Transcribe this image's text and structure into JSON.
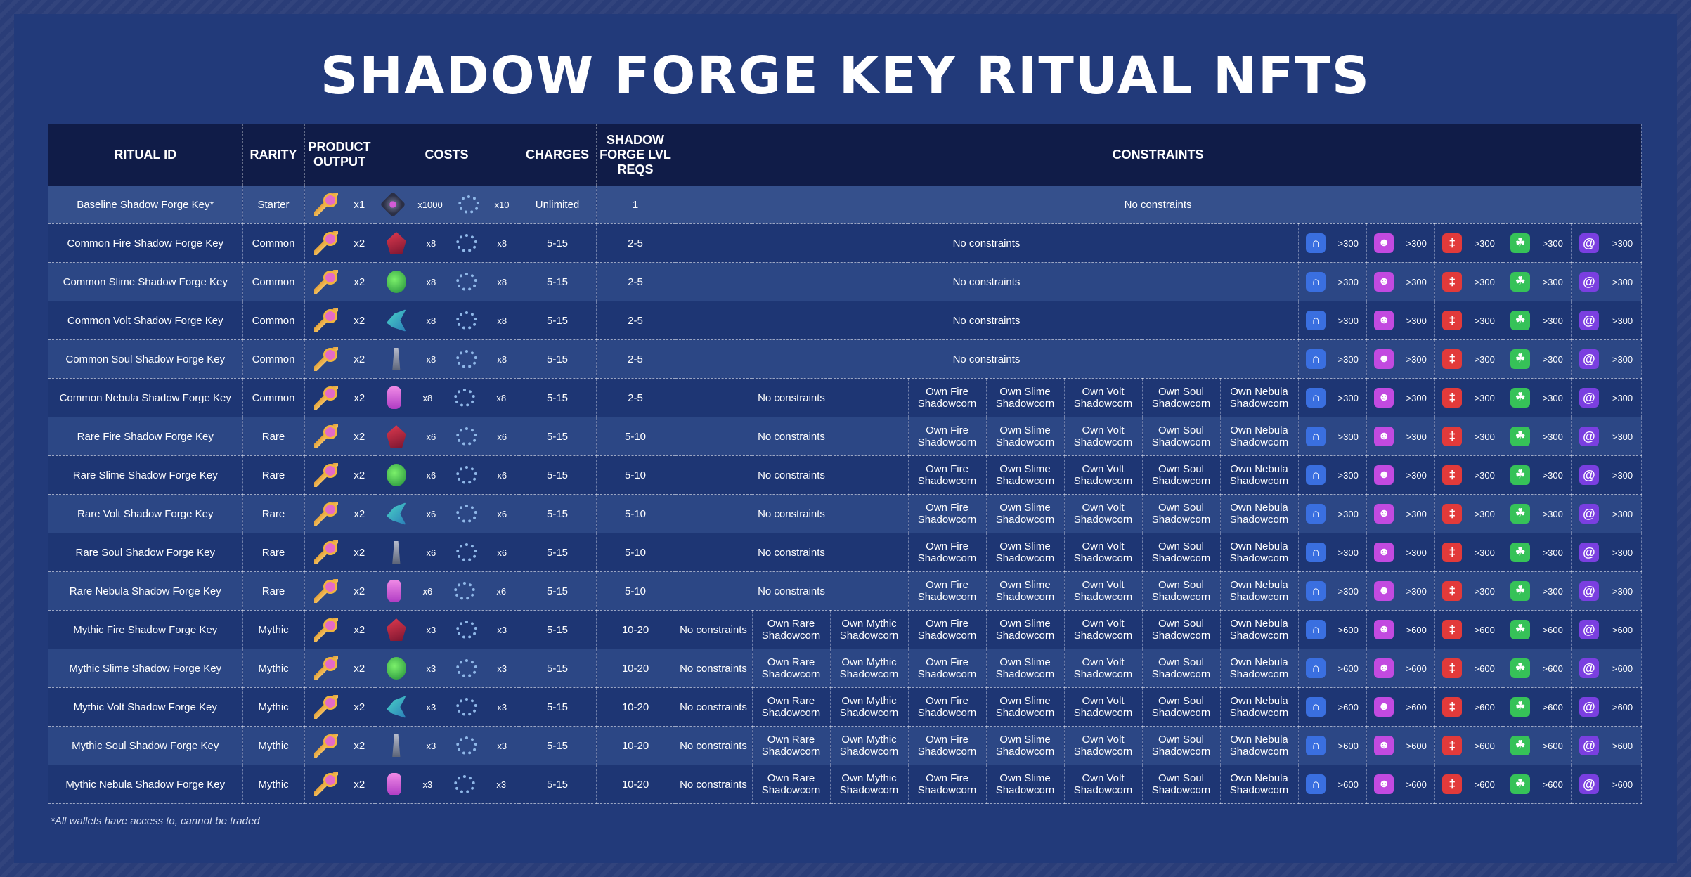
{
  "title": "SHADOW FORGE KEY RITUAL NFTS",
  "footnote": "*All wallets have access to, cannot be traded",
  "headers": {
    "ritual_id": "RITUAL ID",
    "rarity": "RARITY",
    "product_output": "PRODUCT OUTPUT",
    "costs": "COSTS",
    "charges": "CHARGES",
    "lvl_reqs": "SHADOW FORGE LVL REQS",
    "constraints": "CONSTRAINTS"
  },
  "labels": {
    "no_constraints": "No constraints",
    "own_rare": "Own Rare Shadowcorn",
    "own_mythic": "Own Mythic Shadowcorn",
    "own_fire": "Own Fire Shadowcorn",
    "own_slime": "Own Slime Shadowcorn",
    "own_volt": "Own Volt Shadowcorn",
    "own_soul": "Own Soul Shadowcorn",
    "own_nebula": "Own Nebula Shadowcorn"
  },
  "icons": {
    "key": "shadow-forge-key-icon",
    "ring": "ring-of-terror-icon",
    "classes": [
      "helm-class-icon",
      "skull-class-icon",
      "fang-class-icon",
      "leaf-class-icon",
      "swirl-class-icon"
    ],
    "class_colors": [
      "#3a6fe0",
      "#c24ae0",
      "#e23a3a",
      "#36c258",
      "#7a3fe0"
    ]
  },
  "rows": [
    {
      "id": "Baseline Shadow Forge Key*",
      "rarity": "Starter",
      "output": "x1",
      "res": "base",
      "res_qty": "x1000",
      "ring_qty": "x10",
      "charges": "Unlimited",
      "lvl": "1",
      "tier": 0,
      "threshold": ""
    },
    {
      "id": "Common Fire Shadow Forge Key",
      "rarity": "Common",
      "output": "x2",
      "res": "fire",
      "res_qty": "x8",
      "ring_qty": "x8",
      "charges": "5-15",
      "lvl": "2-5",
      "tier": 1,
      "threshold": ">300"
    },
    {
      "id": "Common Slime Shadow Forge Key",
      "rarity": "Common",
      "output": "x2",
      "res": "slime",
      "res_qty": "x8",
      "ring_qty": "x8",
      "charges": "5-15",
      "lvl": "2-5",
      "tier": 1,
      "threshold": ">300"
    },
    {
      "id": "Common Volt Shadow Forge Key",
      "rarity": "Common",
      "output": "x2",
      "res": "volt",
      "res_qty": "x8",
      "ring_qty": "x8",
      "charges": "5-15",
      "lvl": "2-5",
      "tier": 1,
      "threshold": ">300"
    },
    {
      "id": "Common Soul Shadow Forge Key",
      "rarity": "Common",
      "output": "x2",
      "res": "soul",
      "res_qty": "x8",
      "ring_qty": "x8",
      "charges": "5-15",
      "lvl": "2-5",
      "tier": 1,
      "threshold": ">300"
    },
    {
      "id": "Common Nebula Shadow Forge Key",
      "rarity": "Common",
      "output": "x2",
      "res": "nebula",
      "res_qty": "x8",
      "ring_qty": "x8",
      "charges": "5-15",
      "lvl": "2-5",
      "tier": 2,
      "threshold": ">300"
    },
    {
      "id": "Rare Fire Shadow Forge Key",
      "rarity": "Rare",
      "output": "x2",
      "res": "fire",
      "res_qty": "x6",
      "ring_qty": "x6",
      "charges": "5-15",
      "lvl": "5-10",
      "tier": 2,
      "threshold": ">300"
    },
    {
      "id": "Rare Slime Shadow Forge Key",
      "rarity": "Rare",
      "output": "x2",
      "res": "slime",
      "res_qty": "x6",
      "ring_qty": "x6",
      "charges": "5-15",
      "lvl": "5-10",
      "tier": 2,
      "threshold": ">300"
    },
    {
      "id": "Rare Volt Shadow Forge Key",
      "rarity": "Rare",
      "output": "x2",
      "res": "volt",
      "res_qty": "x6",
      "ring_qty": "x6",
      "charges": "5-15",
      "lvl": "5-10",
      "tier": 2,
      "threshold": ">300"
    },
    {
      "id": "Rare Soul Shadow Forge Key",
      "rarity": "Rare",
      "output": "x2",
      "res": "soul",
      "res_qty": "x6",
      "ring_qty": "x6",
      "charges": "5-15",
      "lvl": "5-10",
      "tier": 2,
      "threshold": ">300"
    },
    {
      "id": "Rare Nebula Shadow Forge Key",
      "rarity": "Rare",
      "output": "x2",
      "res": "nebula",
      "res_qty": "x6",
      "ring_qty": "x6",
      "charges": "5-15",
      "lvl": "5-10",
      "tier": 2,
      "threshold": ">300"
    },
    {
      "id": "Mythic Fire Shadow Forge Key",
      "rarity": "Mythic",
      "output": "x2",
      "res": "fire",
      "res_qty": "x3",
      "ring_qty": "x3",
      "charges": "5-15",
      "lvl": "10-20",
      "tier": 3,
      "threshold": ">600"
    },
    {
      "id": "Mythic Slime Shadow Forge Key",
      "rarity": "Mythic",
      "output": "x2",
      "res": "slime",
      "res_qty": "x3",
      "ring_qty": "x3",
      "charges": "5-15",
      "lvl": "10-20",
      "tier": 3,
      "threshold": ">600"
    },
    {
      "id": "Mythic Volt Shadow Forge Key",
      "rarity": "Mythic",
      "output": "x2",
      "res": "volt",
      "res_qty": "x3",
      "ring_qty": "x3",
      "charges": "5-15",
      "lvl": "10-20",
      "tier": 3,
      "threshold": ">600"
    },
    {
      "id": "Mythic Soul Shadow Forge Key",
      "rarity": "Mythic",
      "output": "x2",
      "res": "soul",
      "res_qty": "x3",
      "ring_qty": "x3",
      "charges": "5-15",
      "lvl": "10-20",
      "tier": 3,
      "threshold": ">600"
    },
    {
      "id": "Mythic Nebula Shadow Forge Key",
      "rarity": "Mythic",
      "output": "x2",
      "res": "nebula",
      "res_qty": "x3",
      "ring_qty": "x3",
      "charges": "5-15",
      "lvl": "10-20",
      "tier": 3,
      "threshold": ">600"
    }
  ]
}
